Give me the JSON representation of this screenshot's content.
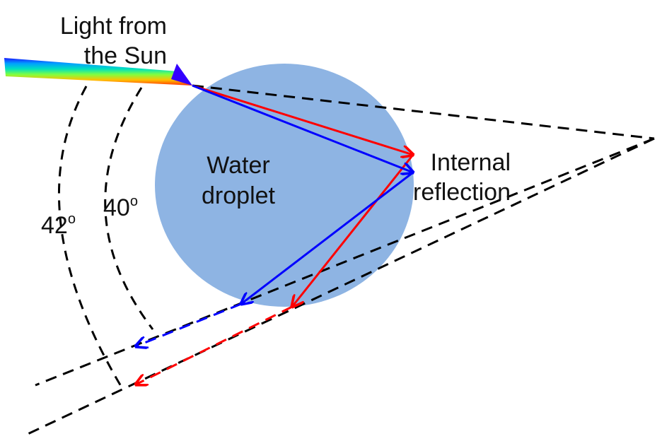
{
  "labels": {
    "sun_line1": "Light from",
    "sun_line2": "the Sun",
    "droplet_line1": "Water",
    "droplet_line2": "droplet",
    "internal_line1": "Internal",
    "internal_line2": "reflection",
    "angle_outer": "42",
    "angle_inner": "40",
    "degree_mark": "o"
  },
  "colors": {
    "droplet": "#8eb4e3",
    "red_ray": "#ff0000",
    "blue_ray": "#0000ff",
    "dashed_line": "#000000",
    "text": "#111111"
  }
}
